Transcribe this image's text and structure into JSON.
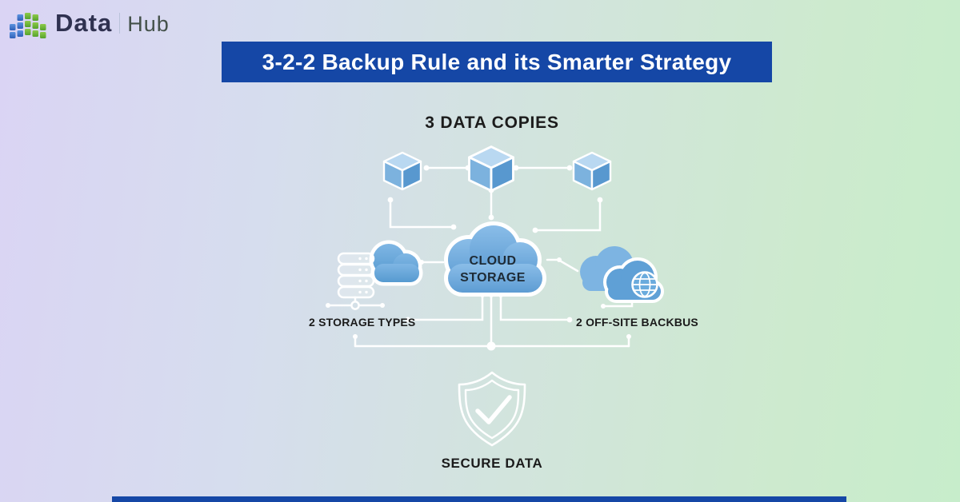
{
  "logo": {
    "brand_primary": "Data",
    "brand_secondary": "Hub",
    "icon": "data-grid-arch-icon",
    "icon_colors": {
      "blue": "#3d76cf",
      "green": "#6db33f"
    }
  },
  "title_banner": {
    "text": "3-2-2 Backup Rule and its Smarter Strategy",
    "bg_color": "#1547a6",
    "text_color": "#ffffff"
  },
  "diagram": {
    "heading": "3 DATA COPIES",
    "center_label_line1": "CLOUD",
    "center_label_line2": "STORAGE",
    "left_label": "2 STORAGE TYPES",
    "right_label": "2 OFF-SITE BACKBUS",
    "bottom_label": "SECURE DATA",
    "icons": [
      "data-copy-cube-icon x3",
      "cloud-storage-icon",
      "server-stack-icon",
      "storage-cloud-icon",
      "offsite-clouds-icon",
      "globe-icon",
      "shield-check-icon"
    ],
    "colors": {
      "cube_top": "#b9d8f1",
      "cube_left": "#7cb2de",
      "cube_right": "#5898cf",
      "cloud_fill_top": "#8abde8",
      "cloud_fill_bottom": "#5d9cd3",
      "connector": "#ffffff",
      "label_text": "#1b1b1b"
    }
  },
  "footer": {
    "bar_color": "#1547a6"
  },
  "background": {
    "gradient_left": "#dad4f4",
    "gradient_right": "#c7edcb"
  }
}
